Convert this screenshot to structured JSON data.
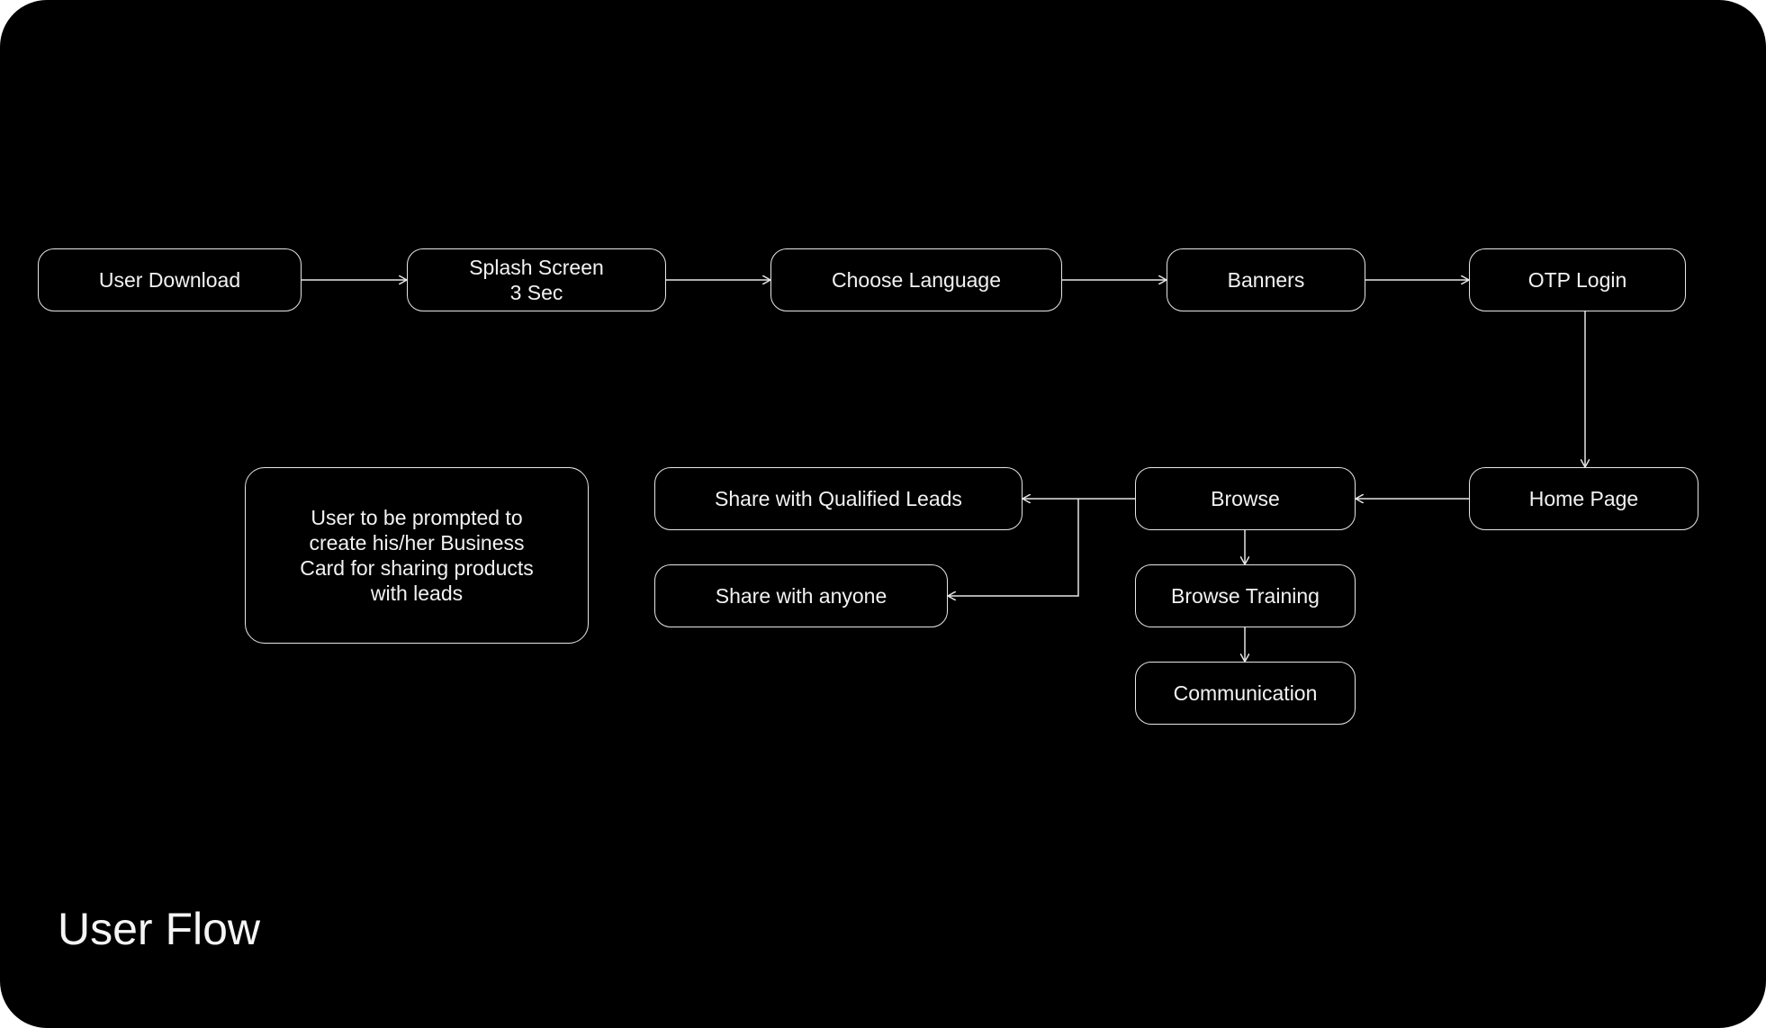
{
  "title": "User Flow",
  "colors": {
    "background": "#000000",
    "stroke": "#e6e6e6",
    "text": "#f2f2f2"
  },
  "nodes": {
    "user_download": "User Download",
    "splash_screen": "Splash Screen\n3 Sec",
    "choose_language": "Choose Language",
    "banners": "Banners",
    "otp_login": "OTP Login",
    "home_page": "Home Page",
    "browse": "Browse",
    "browse_training": "Browse Training",
    "communication": "Communication",
    "share_qualified": "Share with Qualified Leads",
    "share_anyone": "Share with anyone",
    "business_card_note": "User to be prompted to\ncreate his/her Business\nCard for sharing products\nwith leads"
  },
  "edges": [
    {
      "from": "User Download",
      "to": "Splash Screen\n3 Sec"
    },
    {
      "from": "Splash Screen\n3 Sec",
      "to": "Choose Language"
    },
    {
      "from": "Choose Language",
      "to": "Banners"
    },
    {
      "from": "Banners",
      "to": "OTP Login"
    },
    {
      "from": "OTP Login",
      "to": "Home Page"
    },
    {
      "from": "Home Page",
      "to": "Browse"
    },
    {
      "from": "Browse",
      "to": "Share with Qualified Leads"
    },
    {
      "from": "Browse",
      "to": "Share with anyone"
    },
    {
      "from": "Browse",
      "to": "Browse Training"
    },
    {
      "from": "Browse Training",
      "to": "Communication"
    }
  ]
}
